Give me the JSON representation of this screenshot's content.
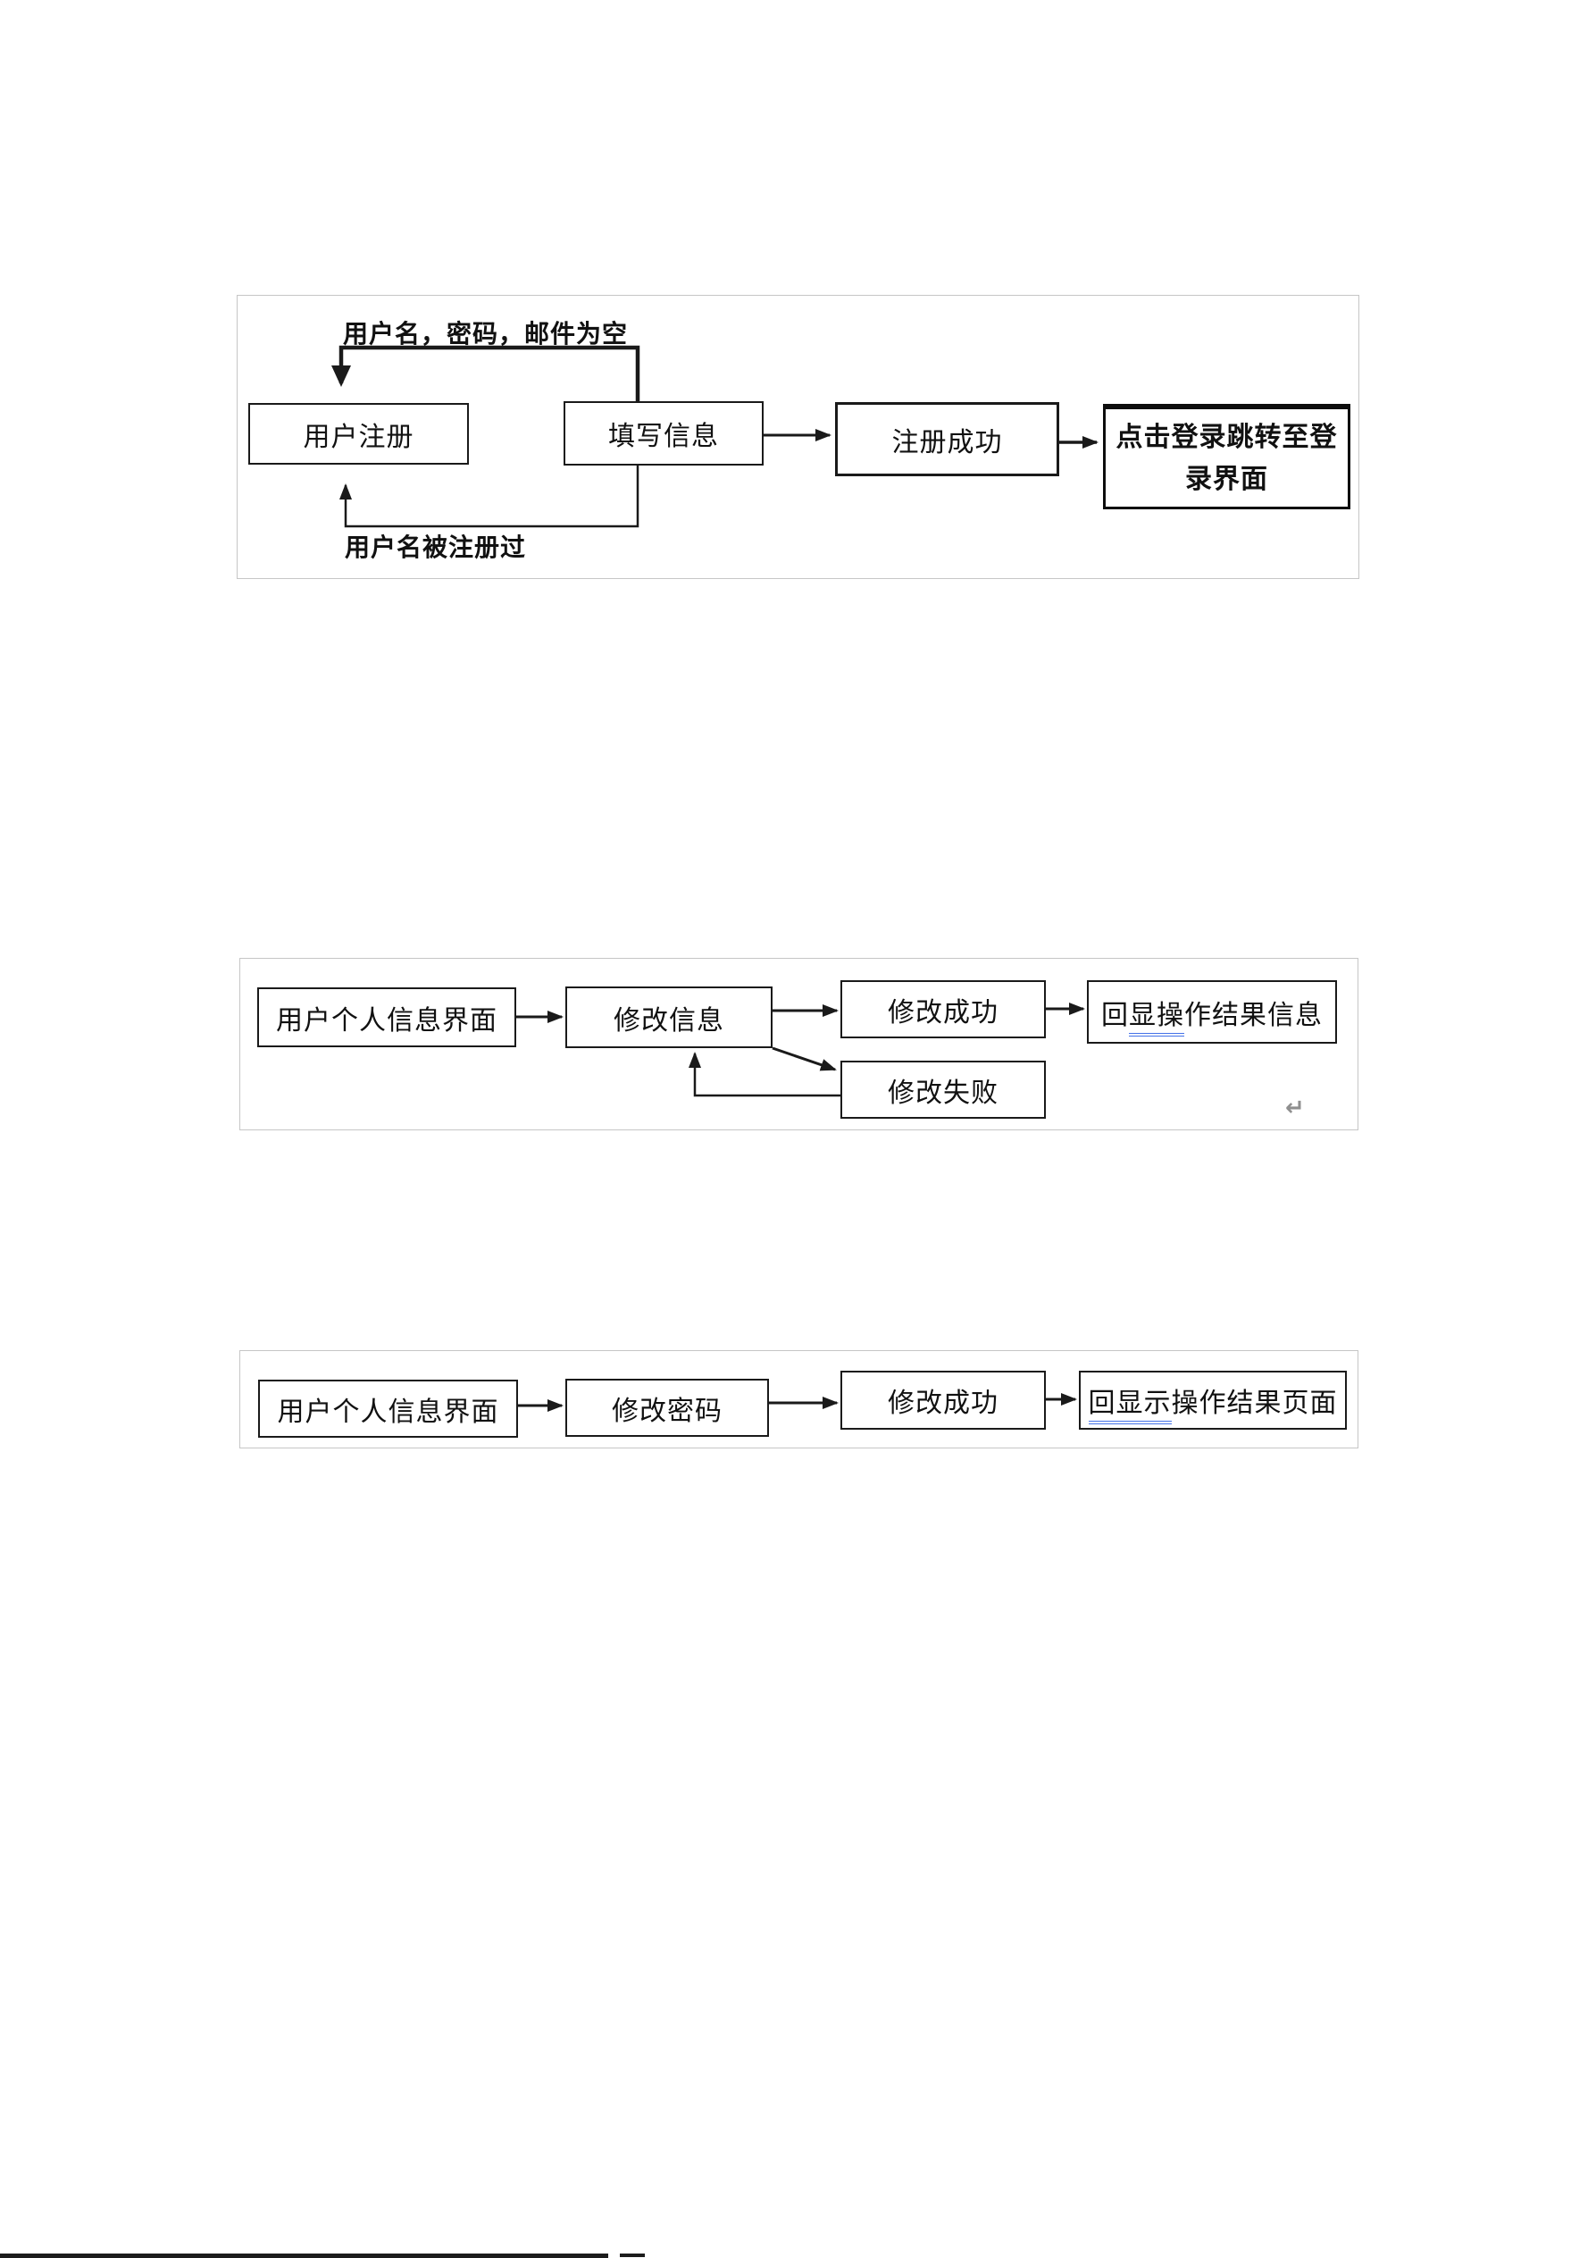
{
  "page": {
    "background": "#ffffff"
  },
  "colors": {
    "panel_border": "#c6c6c6",
    "box_border": "#1a1a1a",
    "arrow": "#1a1a1a",
    "underline_blue": "#4472e8",
    "pilcrow_gray": "#8f8f8f",
    "bottom_rule": "#1c1c1c"
  },
  "diagram1": {
    "title_semantic": "user-registration-flow",
    "top_label": "用户名，密码，邮件为空",
    "bottom_label": "用户名被注册过",
    "boxes": {
      "register": "用户注册",
      "fill_info": "填写信息",
      "register_success": "注册成功",
      "goto_login": [
        "点击登录跳转至登",
        "录界面"
      ]
    }
  },
  "diagram2": {
    "title_semantic": "modify-info-flow",
    "boxes": {
      "profile": "用户个人信息界面",
      "modify_info": "修改信息",
      "modify_success": "修改成功",
      "modify_fail": "修改失败",
      "result_prefix": "回",
      "result_underlined": "显操",
      "result_suffix": "作结果信息"
    },
    "pilcrow": "↵"
  },
  "diagram3": {
    "title_semantic": "modify-password-flow",
    "boxes": {
      "profile": "用户个人信息界面",
      "modify_password": "修改密码",
      "modify_success": "修改成功",
      "result_underlined": "回显示",
      "result_suffix": "操作结果页面"
    }
  }
}
